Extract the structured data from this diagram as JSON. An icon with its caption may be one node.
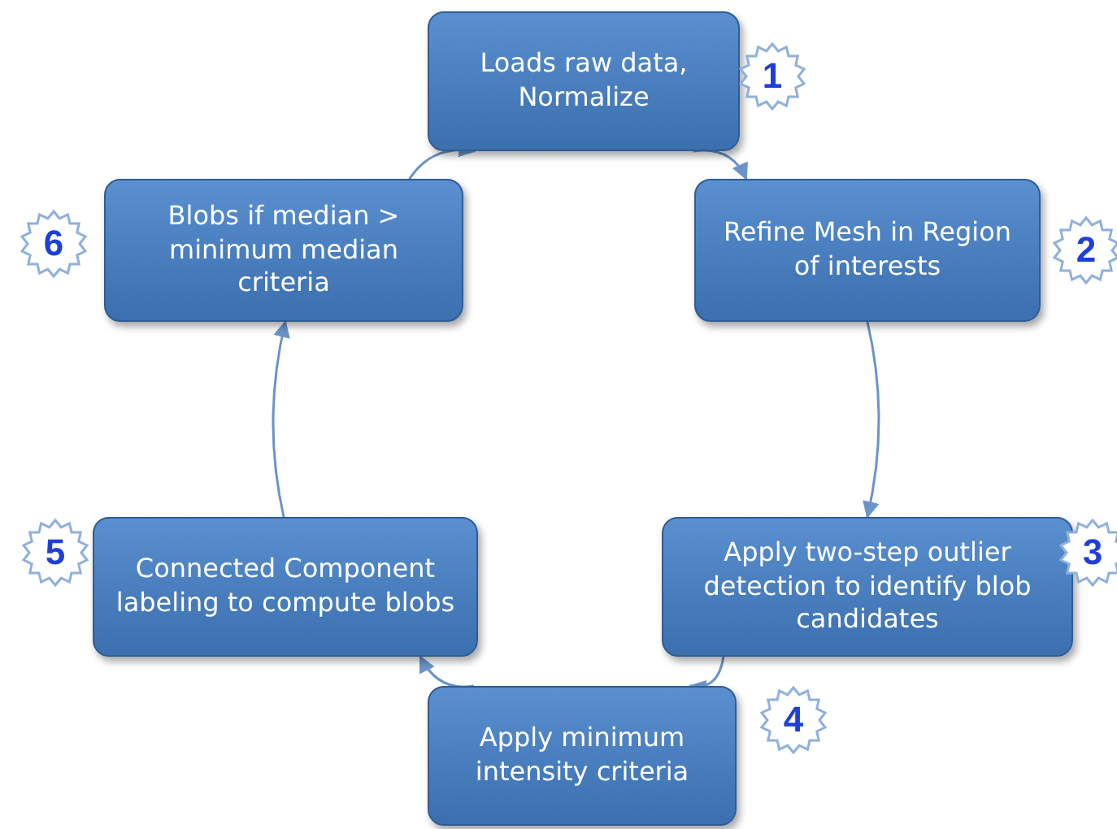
{
  "diagram": {
    "nodes": [
      {
        "text": [
          "Loads raw data, Normalize"
        ],
        "beside": [
          "1"
        ]
      },
      {
        "text": [
          "Refine Mesh in Region of interests"
        ],
        "beside": [
          "2"
        ]
      },
      {
        "text": [
          "Apply two-step outlier detection to identify blob candidates"
        ],
        "beside": [
          "3"
        ]
      },
      {
        "text": [
          "Apply minimum intensity criteria"
        ],
        "beside": [
          "4"
        ]
      },
      {
        "text": [
          "Connected Component labeling to compute blobs"
        ],
        "beside": [
          "5"
        ]
      },
      {
        "text": [
          "Blobs if median > minimum median criteria"
        ],
        "beside": [
          "6"
        ]
      }
    ],
    "edges": [
      {
        "from": 0,
        "to": 1,
        "arrow": "to"
      },
      {
        "from": 1,
        "to": 2,
        "arrow": "to"
      },
      {
        "from": 2,
        "to": 3,
        "arrow": "to"
      },
      {
        "from": 3,
        "to": 4,
        "arrow": "to"
      },
      {
        "from": 4,
        "to": 5,
        "arrow": "to"
      },
      {
        "from": 5,
        "to": 0,
        "arrow": "to"
      }
    ]
  }
}
